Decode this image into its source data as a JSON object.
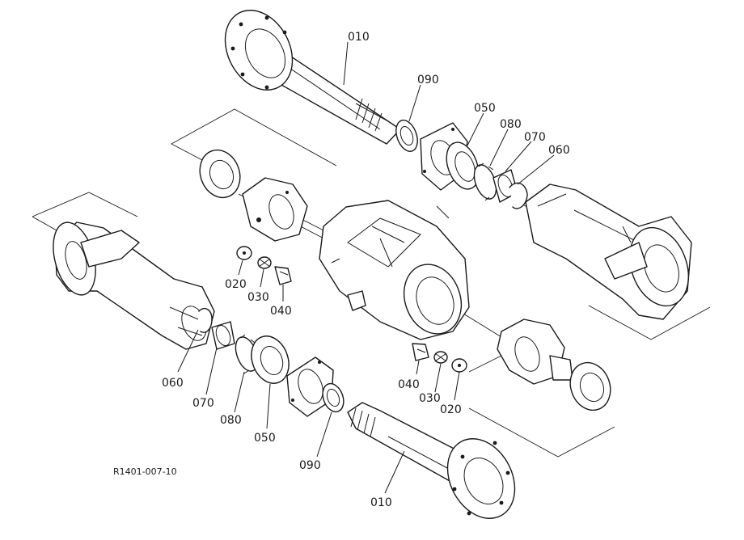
{
  "diagram": {
    "drawing_code": "R1401-007-10",
    "callouts": {
      "top_010": "010",
      "top_090": "090",
      "top_050": "050",
      "top_080": "080",
      "top_070": "070",
      "top_060": "060",
      "mid_020": "020",
      "mid_030": "030",
      "mid_040": "040",
      "left_060": "060",
      "left_070": "070",
      "left_080": "080",
      "left_050": "050",
      "right_040": "040",
      "right_030": "030",
      "right_020": "020",
      "bottom_090": "090",
      "bottom_010": "010"
    }
  }
}
